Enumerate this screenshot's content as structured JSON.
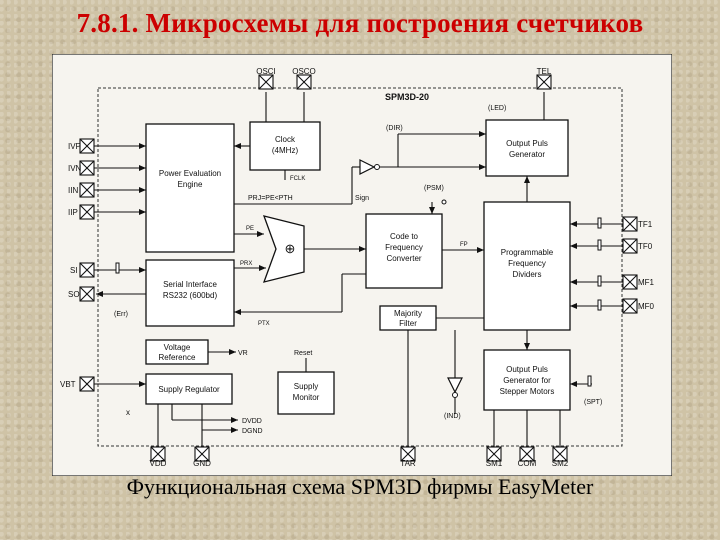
{
  "title": "7.8.1. Микросхемы для построения счетчиков",
  "caption": "Функциональная схема SPM3D фирмы EasyMeter",
  "diagram": {
    "chip_name": "SPM3D-20",
    "blocks": {
      "clock_1": "Clock",
      "clock_2": "(4MHz)",
      "power_1": "Power Evaluation",
      "power_2": "Engine",
      "serial_1": "Serial Interface",
      "serial_2": "RS232 (600bd)",
      "code_1": "Code to",
      "code_2": "Frequency",
      "code_3": "Converter",
      "prog_1": "Programmable",
      "prog_2": "Frequency",
      "prog_3": "Dividers",
      "opg_1": "Output Puls",
      "opg_2": "Generator",
      "vref_1": "Voltage",
      "vref_2": "Reference",
      "supreg": "Supply Regulator",
      "supmon_1": "Supply",
      "supmon_2": "Monitor",
      "major_1": "Majority",
      "major_2": "Filter",
      "stepper_1": "Output Puls",
      "stepper_2": "Generator for",
      "stepper_3": "Stepper Motors"
    },
    "pins": {
      "osci": "OSCI",
      "osco": "OSCO",
      "tel": "TEL",
      "ivp": "IVP",
      "ivn": "IVN",
      "iin": "IIN",
      "iip": "IIP",
      "si": "SI",
      "so": "SO",
      "vbt": "VBT",
      "vdd": "VDD",
      "gnd": "GND",
      "tar": "TAR",
      "sm1": "SM1",
      "com": "COM",
      "sm2": "SM2",
      "tf1": "TF1",
      "tf0": "TF0",
      "mf1": "MF1",
      "mf0": "MF0"
    },
    "signals": {
      "led": "(LED)",
      "dir": "(DIR)",
      "fclk": "FCLK",
      "prj": "PRJ=PE<PTH",
      "psm": "(PSM)",
      "sign": "Sign",
      "pe": "PE",
      "prx": "PRX",
      "ptx": "PTX",
      "fp": "FP",
      "err": "(Err)",
      "vr": "VR",
      "reset": "Reset",
      "dvdd": "DVDD",
      "dgnd": "DGND",
      "x": "x",
      "ind": "(IND)",
      "spt": "(SPT)",
      "plus": "⊕"
    }
  }
}
